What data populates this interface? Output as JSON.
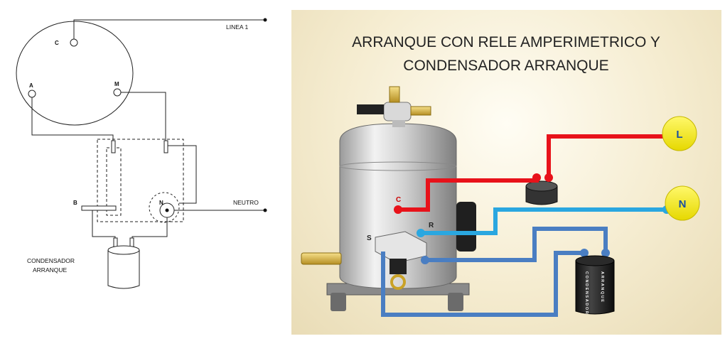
{
  "schematic": {
    "terminals": {
      "c": "C",
      "a": "A",
      "m": "M",
      "b": "B",
      "n": "N"
    },
    "line_label": "LINEA 1",
    "neutral_label": "NEUTRO",
    "capacitor_label_1": "CONDENSADOR",
    "capacitor_label_2": "ARRANQUE"
  },
  "illustration": {
    "title_line_1": "ARRANQUE CON RELE AMPERIMETRICO Y",
    "title_line_2": "CONDENSADOR ARRANQUE",
    "terminal_c": "C",
    "terminal_r": "R",
    "terminal_s": "S",
    "line_badge": "L",
    "neutral_badge": "N",
    "capacitor_text_1": "CONDENSADOR",
    "capacitor_text_2": "ARRANQUE",
    "colors": {
      "line": "#e8121a",
      "neutral": "#2aa7e0",
      "start": "#4a7ec2",
      "badge": "#f5ec00"
    }
  }
}
